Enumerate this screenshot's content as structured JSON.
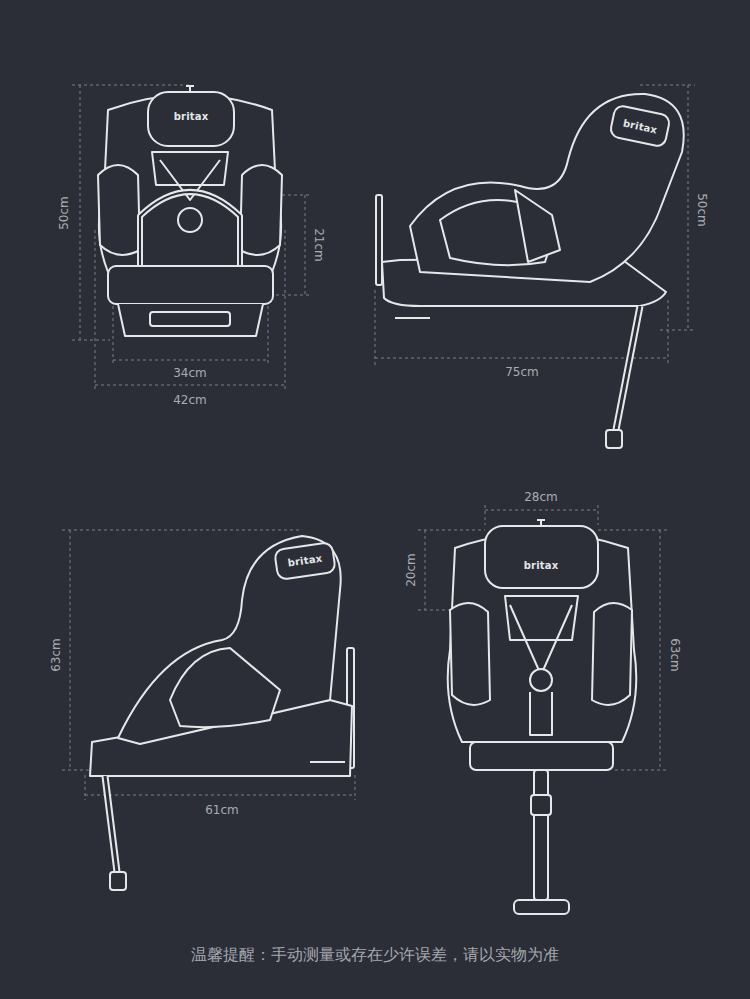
{
  "diagram": {
    "caption": "温馨提醒：手动测量或存在少许误差，请以实物为准",
    "labels": [
      "britax",
      "50cm",
      "21cm",
      "34cm",
      "42cm",
      "britax",
      "50cm",
      "75cm",
      "28cm",
      "britax",
      "20cm",
      "63cm",
      "britax",
      "63cm",
      "61cm"
    ]
  }
}
